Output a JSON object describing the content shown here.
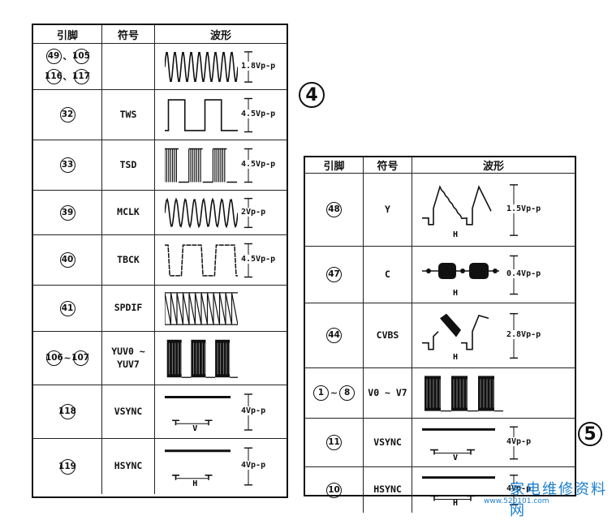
{
  "left_table": {
    "headers": {
      "pin": "引脚",
      "symbol": "符号",
      "waveform": "波形"
    },
    "rows": [
      {
        "pins": [
          "49",
          "105",
          "116",
          "117"
        ],
        "symbol": "",
        "amplitude": "1.8Vp-p",
        "wave": "sine-dense"
      },
      {
        "pins": [
          "32"
        ],
        "symbol": "TWS",
        "amplitude": "4.5Vp-p",
        "wave": "square"
      },
      {
        "pins": [
          "33"
        ],
        "symbol": "TSD",
        "amplitude": "4.5Vp-p",
        "wave": "burst-square"
      },
      {
        "pins": [
          "39"
        ],
        "symbol": "MCLK",
        "amplitude": "2Vp-p",
        "wave": "sine"
      },
      {
        "pins": [
          "40"
        ],
        "symbol": "TBCK",
        "amplitude": "4.5Vp-p",
        "wave": "square-noisy"
      },
      {
        "pins": [
          "41"
        ],
        "symbol": "SPDIF",
        "amplitude": "",
        "wave": "spdif"
      },
      {
        "pins": [
          "106",
          "107"
        ],
        "symbol": "YUV0 ~ YUV7",
        "amplitude": "",
        "wave": "blocks"
      },
      {
        "pins": [
          "118"
        ],
        "symbol": "VSYNC",
        "amplitude": "4Vp-p",
        "period_label": "V",
        "wave": "sync"
      },
      {
        "pins": [
          "119"
        ],
        "symbol": "HSYNC",
        "amplitude": "4Vp-p",
        "period_label": "H",
        "wave": "sync"
      }
    ]
  },
  "right_table": {
    "headers": {
      "pin": "引脚",
      "symbol": "符号",
      "waveform": "波形"
    },
    "rows": [
      {
        "pins": [
          "48"
        ],
        "symbol": "Y",
        "amplitude": "1.5Vp-p",
        "period_label": "H",
        "wave": "luma"
      },
      {
        "pins": [
          "47"
        ],
        "symbol": "C",
        "amplitude": "0.4Vp-p",
        "period_label": "H",
        "wave": "chroma"
      },
      {
        "pins": [
          "44"
        ],
        "symbol": "CVBS",
        "amplitude": "2.8Vp-p",
        "period_label": "H",
        "wave": "cvbs"
      },
      {
        "pins": [
          "1",
          "8"
        ],
        "symbol": "V0 ~ V7",
        "amplitude": "",
        "wave": "blocks"
      },
      {
        "pins": [
          "11"
        ],
        "symbol": "VSYNC",
        "amplitude": "4Vp-p",
        "period_label": "V",
        "wave": "sync"
      },
      {
        "pins": [
          "10"
        ],
        "symbol": "HSYNC",
        "amplitude": "4Vp-p",
        "period_label": "H",
        "wave": "sync"
      }
    ]
  },
  "figure_labels": {
    "fig4": "4",
    "fig5": "5"
  },
  "watermark": {
    "text": "家电维修资料网",
    "url": "www.520101.com"
  },
  "separators": {
    "comma": "、",
    "range": "~"
  }
}
